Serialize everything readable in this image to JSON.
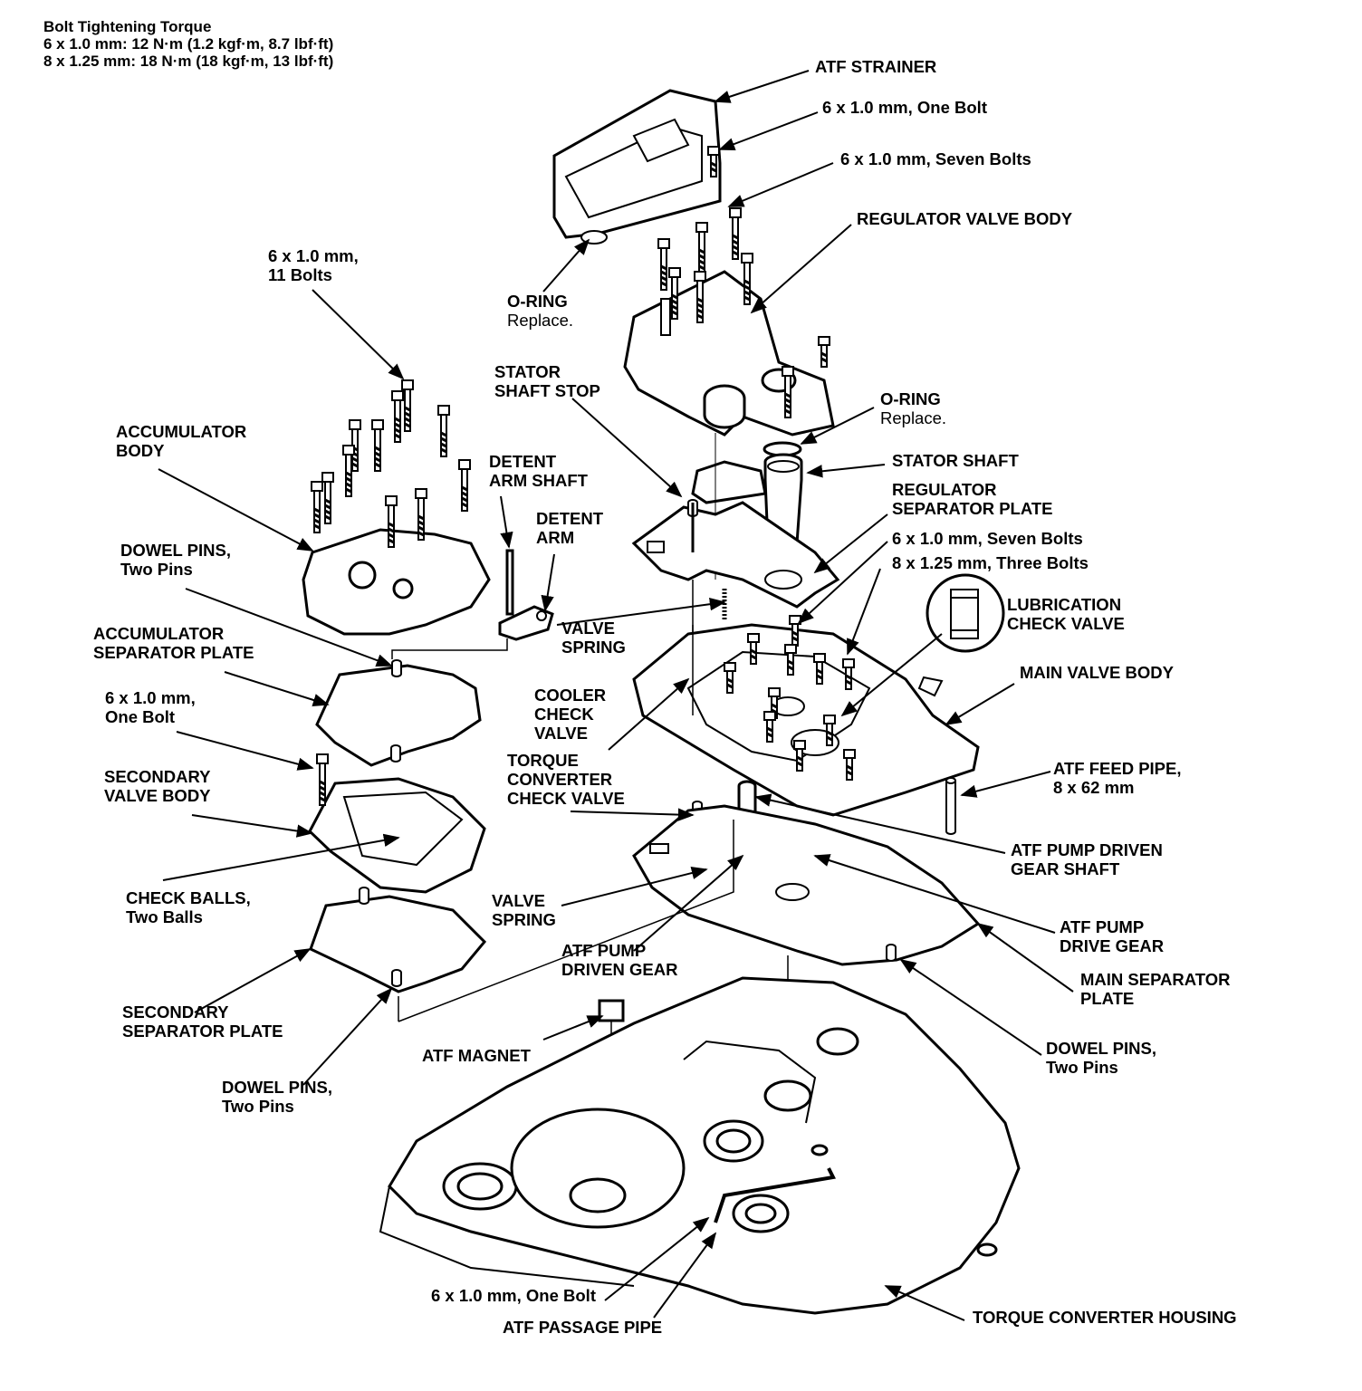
{
  "header": {
    "title": "Bolt Tightening Torque",
    "line1": "6 x 1.0 mm: 12 N·m (1.2 kgf·m, 8.7 lbf·ft)",
    "line2": "8 x 1.25 mm: 18 N·m (18 kgf·m, 13 lbf·ft)"
  },
  "labels": {
    "atf_strainer": "ATF STRAINER",
    "bolt_one_top": "6 x 1.0 mm, One Bolt",
    "bolt_seven_top": "6 x 1.0 mm, Seven Bolts",
    "regulator_valve_body": "REGULATOR VALVE BODY",
    "bolts_11_a": "6 x 1.0 mm,",
    "bolts_11_b": "11 Bolts",
    "oring1_a": "O-RING",
    "oring1_b": "Replace.",
    "stator_stop_a": "STATOR",
    "stator_stop_b": "SHAFT STOP",
    "oring2_a": "O-RING",
    "oring2_b": "Replace.",
    "accum_body_a": "ACCUMULATOR",
    "accum_body_b": "BODY",
    "detent_shaft_a": "DETENT",
    "detent_shaft_b": "ARM SHAFT",
    "stator_shaft": "STATOR SHAFT",
    "reg_sep_a": "REGULATOR",
    "reg_sep_b": "SEPARATOR PLATE",
    "detent_arm_a": "DETENT",
    "detent_arm_b": "ARM",
    "dowel_top_a": "DOWEL PINS,",
    "dowel_top_b": "Two Pins",
    "bolts_seven_mid": "6 x 1.0 mm, Seven Bolts",
    "bolts_three_mid": "8 x 1.25 mm, Three Bolts",
    "lube_a": "LUBRICATION",
    "lube_b": "CHECK VALVE",
    "accum_sep_a": "ACCUMULATOR",
    "accum_sep_b": "SEPARATOR PLATE",
    "valve_spring1_a": "VALVE",
    "valve_spring1_b": "SPRING",
    "main_valve_body": "MAIN VALVE BODY",
    "bolt_one_left_a": "6 x 1.0 mm,",
    "bolt_one_left_b": "One Bolt",
    "cooler_a": "COOLER",
    "cooler_b": "CHECK",
    "cooler_c": "VALVE",
    "tc_check_a": "TORQUE",
    "tc_check_b": "CONVERTER",
    "tc_check_c": "CHECK VALVE",
    "sec_body_a": "SECONDARY",
    "sec_body_b": "VALVE BODY",
    "feed_pipe_a": "ATF FEED PIPE,",
    "feed_pipe_b": "8 x 62 mm",
    "pump_shaft_a": "ATF PUMP DRIVEN",
    "pump_shaft_b": "GEAR SHAFT",
    "check_balls_a": "CHECK BALLS,",
    "check_balls_b": "Two Balls",
    "valve_spring2_a": "VALVE",
    "valve_spring2_b": "SPRING",
    "pump_drive_a": "ATF PUMP",
    "pump_drive_b": "DRIVE GEAR",
    "pump_driven_a": "ATF PUMP",
    "pump_driven_b": "DRIVEN GEAR",
    "main_sep_a": "MAIN SEPARATOR",
    "main_sep_b": "PLATE",
    "sec_sep_a": "SECONDARY",
    "sec_sep_b": "SEPARATOR PLATE",
    "atf_magnet": "ATF MAGNET",
    "dowel_r_a": "DOWEL PINS,",
    "dowel_r_b": "Two Pins",
    "dowel_l_a": "DOWEL PINS,",
    "dowel_l_b": "Two Pins",
    "bolt_one_bottom": "6 x 1.0 mm, One Bolt",
    "atf_passage_pipe": "ATF PASSAGE PIPE",
    "tc_housing": "TORQUE CONVERTER HOUSING"
  },
  "colors": {
    "ink": "#000000",
    "paper": "#ffffff"
  }
}
